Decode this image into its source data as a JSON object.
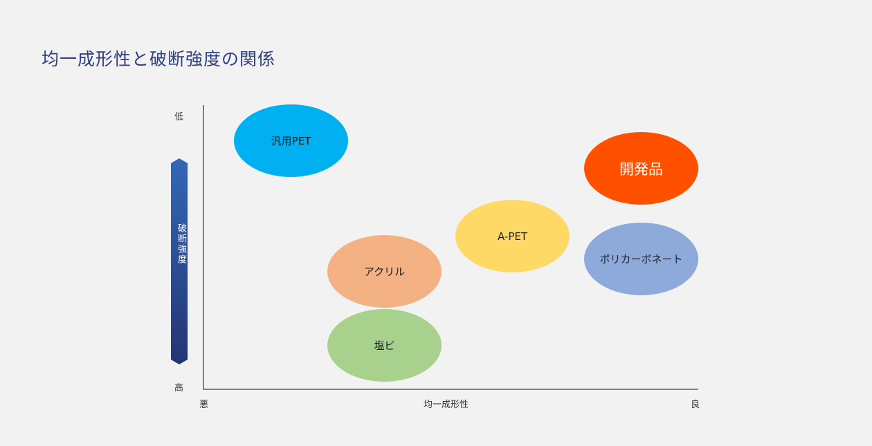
{
  "title": "均一成形性と破断強度の関係",
  "y_axis": {
    "label": "破断強度",
    "top_label": "低",
    "bottom_label": "高",
    "arrow_colors": {
      "top": "#3468b6",
      "bottom": "#243474"
    }
  },
  "x_axis": {
    "label": "均一成形性",
    "left_label": "悪",
    "right_label": "良"
  },
  "items": [
    {
      "label": "汎用PET",
      "color": "#00b0f0",
      "text_color": "#222222"
    },
    {
      "label": "開発品",
      "color": "#ff5000",
      "text_color": "#ffffff"
    },
    {
      "label": "A-PET",
      "color": "#ffd966",
      "text_color": "#222222"
    },
    {
      "label": "ポリカーボネート",
      "color": "#8eaadb",
      "text_color": "#222222"
    },
    {
      "label": "アクリル",
      "color": "#f4b183",
      "text_color": "#222222"
    },
    {
      "label": "塩ビ",
      "color": "#a9d18e",
      "text_color": "#222222"
    }
  ]
}
